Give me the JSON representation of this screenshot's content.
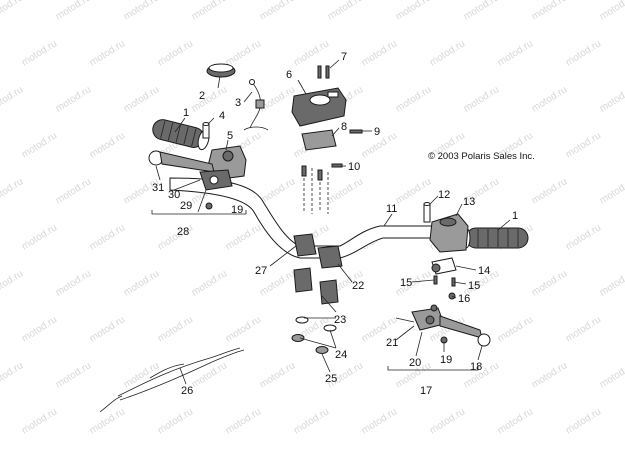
{
  "copyright": "© 2003 Polaris Sales Inc.",
  "watermark": "motod.ru",
  "callouts": {
    "c1a": "1",
    "c1b": "1",
    "c2": "2",
    "c3": "3",
    "c4": "4",
    "c5": "5",
    "c6": "6",
    "c7": "7",
    "c8": "8",
    "c9": "9",
    "c10": "10",
    "c11": "11",
    "c12": "12",
    "c13": "13",
    "c14": "14",
    "c15a": "15",
    "c15b": "15",
    "c16": "16",
    "c17": "17",
    "c18": "18",
    "c19a": "19",
    "c19b": "19",
    "c20": "20",
    "c21": "21",
    "c22": "22",
    "c23": "23",
    "c24": "24",
    "c25": "25",
    "c26": "26",
    "c27": "27",
    "c28": "28",
    "c29": "29",
    "c30": "30",
    "c31": "31"
  }
}
